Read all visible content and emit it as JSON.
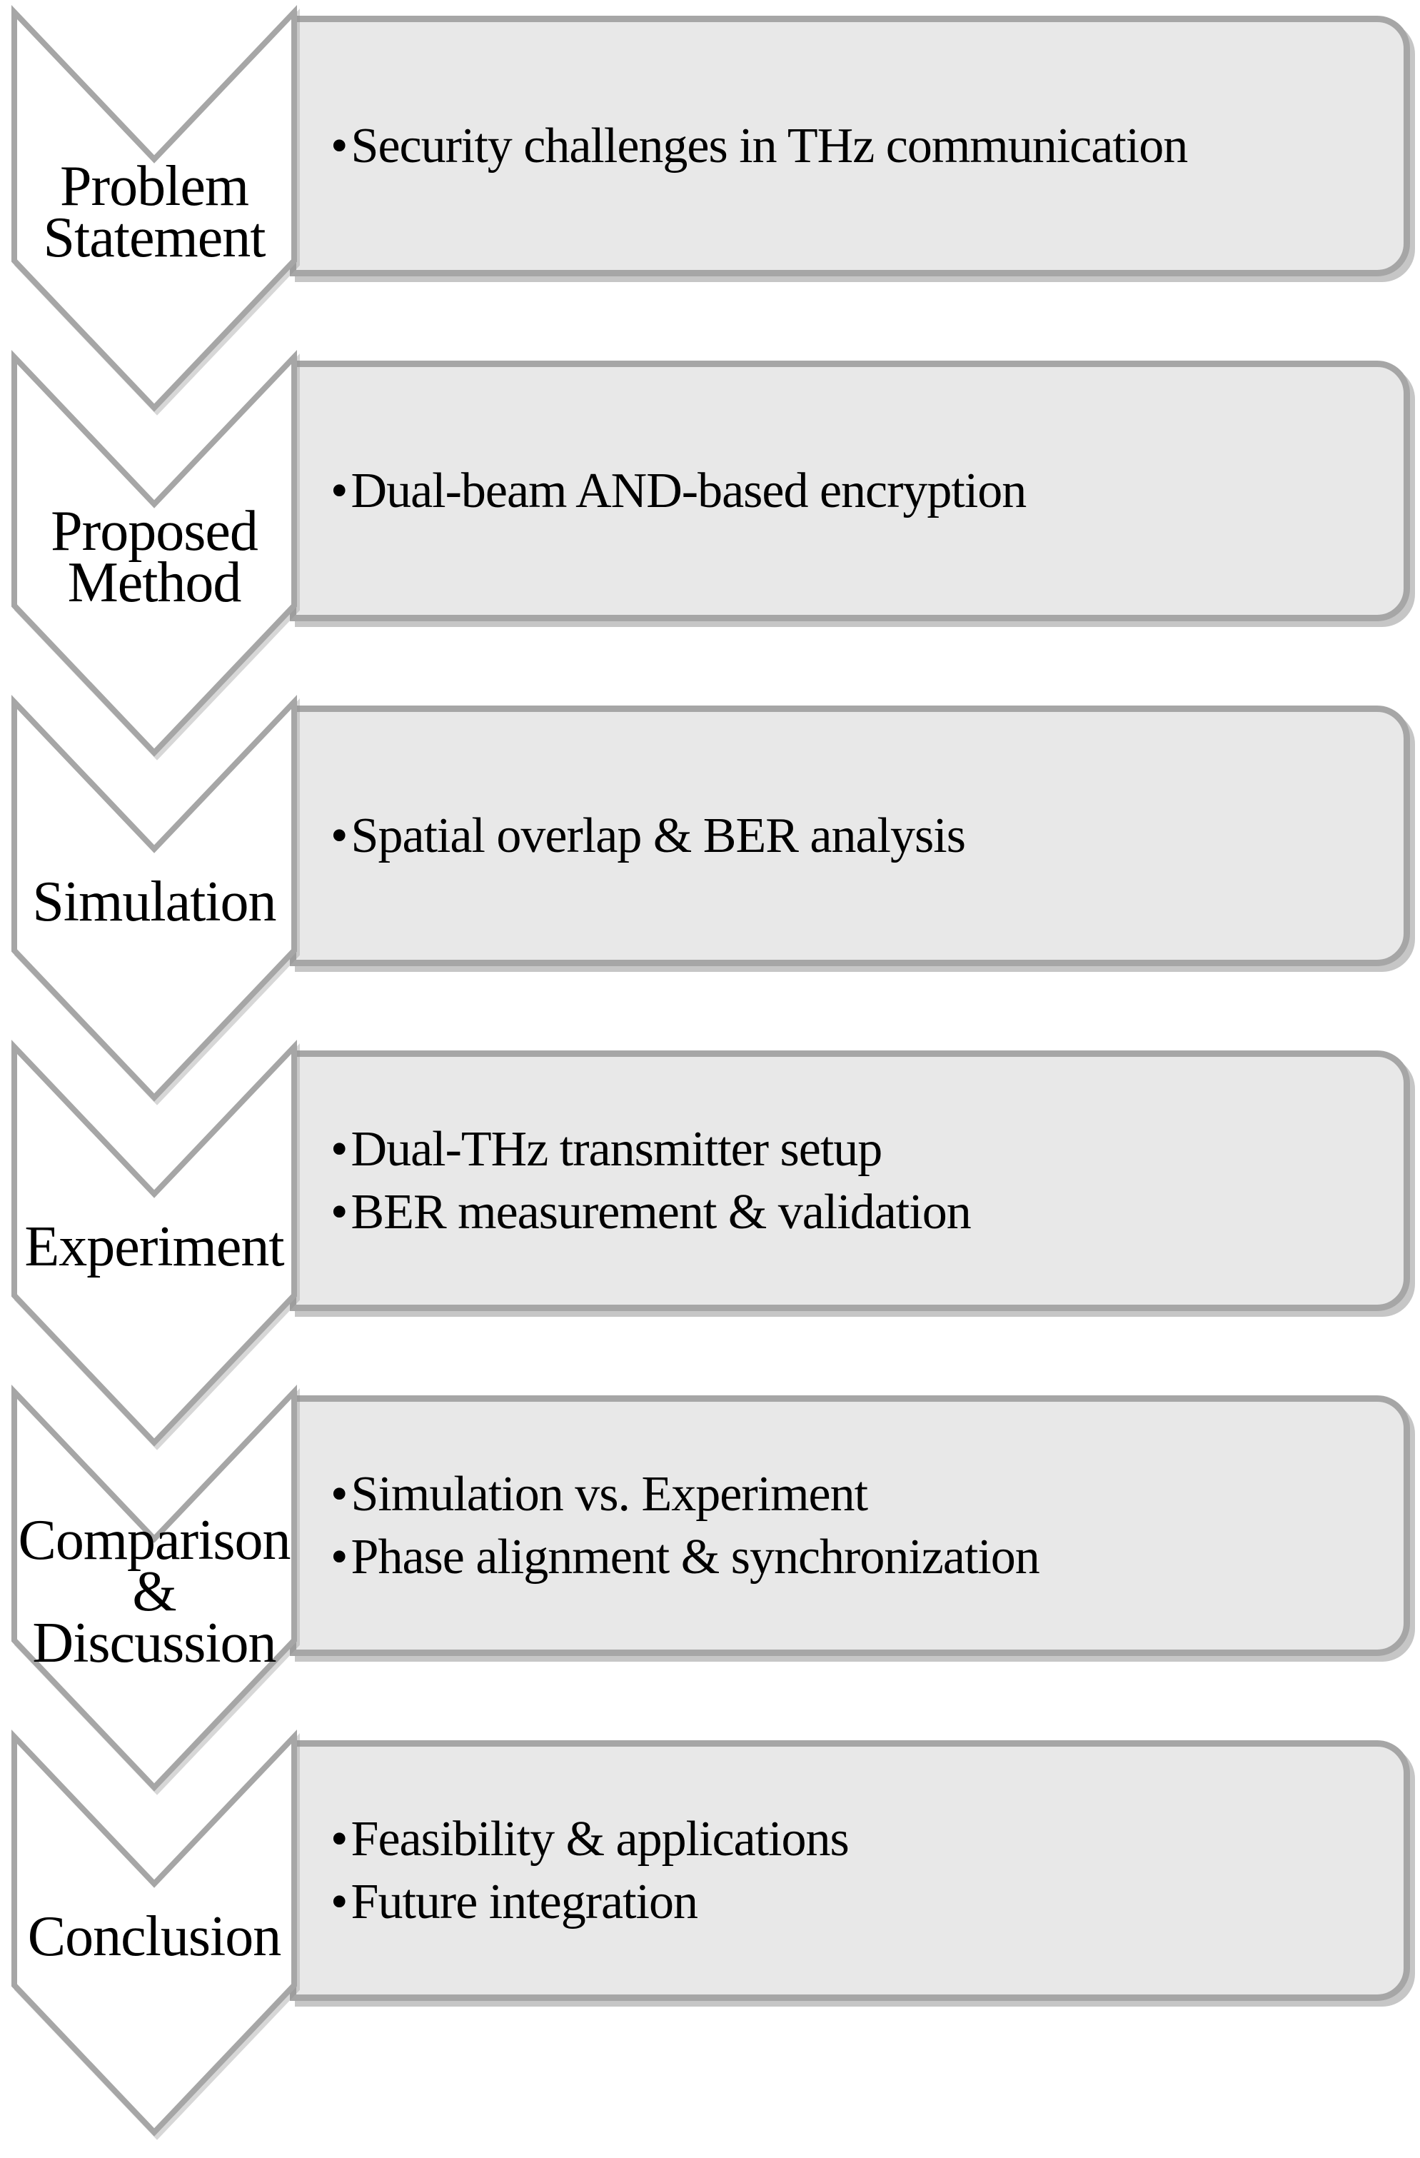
{
  "diagram": {
    "type": "vertical-chevron-process-list",
    "bullet_char": "•",
    "colors": {
      "box_fill": "#e8e8e8",
      "outline": "#a6a6a6",
      "chevron_fill": "#ffffff",
      "text": "#000000",
      "shadow": "#c6c6c6",
      "page_bg": "#ffffff"
    },
    "stages": [
      {
        "id": "problem-statement",
        "label_lines": [
          "Problem",
          "Statement"
        ],
        "bullets": [
          "Security challenges in THz communication"
        ]
      },
      {
        "id": "proposed-method",
        "label_lines": [
          "Proposed",
          "Method"
        ],
        "bullets": [
          "Dual-beam AND-based encryption"
        ]
      },
      {
        "id": "simulation",
        "label_lines": [
          "Simulation"
        ],
        "bullets": [
          "Spatial overlap & BER analysis"
        ]
      },
      {
        "id": "experiment",
        "label_lines": [
          "Experiment"
        ],
        "bullets": [
          "Dual-THz transmitter setup",
          "BER measurement & validation"
        ]
      },
      {
        "id": "comparison-discussion",
        "label_lines": [
          "Comparison",
          "&",
          "Discussion"
        ],
        "bullets": [
          "Simulation vs. Experiment",
          "Phase alignment & synchronization"
        ]
      },
      {
        "id": "conclusion",
        "label_lines": [
          "Conclusion"
        ],
        "bullets": [
          "Feasibility & applications",
          "Future integration"
        ]
      }
    ]
  }
}
